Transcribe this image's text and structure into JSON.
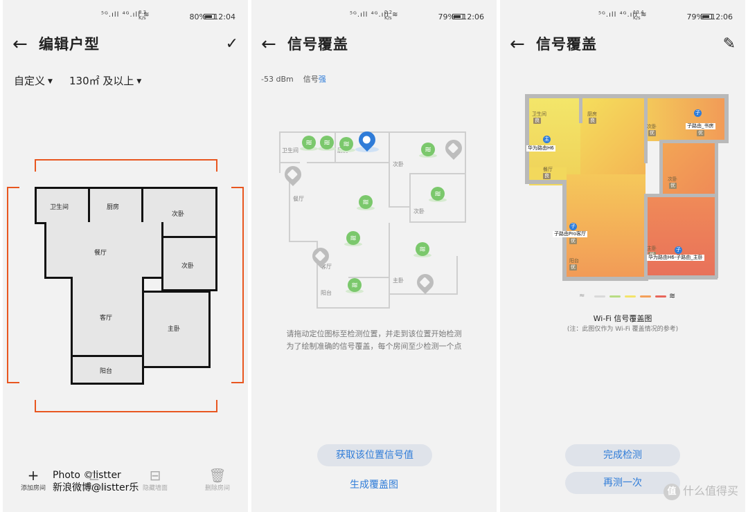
{
  "status": [
    {
      "net": "8.3\nK/s",
      "batt": "80%",
      "time": "12:04"
    },
    {
      "net": "2.2\nK/s",
      "batt": "79%",
      "time": "12:06"
    },
    {
      "net": "13.4\nK/s",
      "batt": "79%",
      "time": "12:06"
    }
  ],
  "sig_glyphs": "⁵ᴳ.ıll ⁴ᴳ.ıll ≋",
  "p1": {
    "title": "编辑户型",
    "back": "←",
    "confirm": "✓",
    "filter1": "自定义",
    "filter2": "130㎡ 及以上",
    "rooms": {
      "bath": "卫生间",
      "kitchen": "厨房",
      "bed1": "次卧",
      "dining": "餐厅",
      "bed2": "次卧",
      "living": "客厅",
      "master": "主卧",
      "balcony": "阳台"
    },
    "tools": [
      {
        "icon": "+",
        "label": "添加房间"
      },
      {
        "icon": "⊏",
        "label": "隐藏房间"
      },
      {
        "icon": "⊟",
        "label": "隐藏墙面"
      },
      {
        "icon": "🗑",
        "label": "删除房间"
      }
    ],
    "watermark": [
      "Photo ©listter",
      "新浪微博@listter乐"
    ]
  },
  "p2": {
    "title": "信号覆盖",
    "back": "←",
    "dbm": "-53  dBm",
    "sig_label": "信号",
    "sig_quality": "强",
    "rooms": {
      "bath": "卫生间",
      "kitchen": "厨房",
      "bed1": "次卧",
      "dining": "餐厅",
      "bed2": "次卧",
      "living": "客厅",
      "master": "主卧",
      "balcony": "阳台"
    },
    "hint": [
      "请拖动定位图标至检测位置，并走到该位置开始检测",
      "为了绘制准确的信号覆盖，每个房间至少检测一个点"
    ],
    "btn": "获取该位置信号值",
    "link": "生成覆盖图"
  },
  "p3": {
    "title": "信号覆盖",
    "back": "←",
    "edit": "✎",
    "rooms": {
      "bath": "卫生间",
      "kitchen": "厨房",
      "bed1": "次卧",
      "dining": "餐厅",
      "bed2": "次卧",
      "living": "客厅",
      "master": "主卧",
      "balcony": "阳台"
    },
    "tags": {
      "bath": "良",
      "kitchen": "良",
      "bed1": "优",
      "dining": "良",
      "bed2": "优",
      "living": "优",
      "master": "优",
      "balcony": "优",
      "study": "优"
    },
    "routers": {
      "main": "华为路由H6",
      "sub1": "子路由_书房",
      "sub2": "子路由Pro客厅",
      "sub3": "华为路由H6-子路由_主卧",
      "main_glyph": "主",
      "sub_glyph": "子"
    },
    "legend_colors": [
      "#d9d9d9",
      "#b8dc84",
      "#f3e36a",
      "#f4a05a",
      "#e8655a"
    ],
    "cap1": "Wi-Fi 信号覆盖图",
    "cap2": "(注：此图仅作为 Wi-Fi 覆盖情况的参考)",
    "btn1": "完成检测",
    "btn2": "再测一次",
    "watermark": "什么值得买",
    "wm_glyph": "值"
  }
}
